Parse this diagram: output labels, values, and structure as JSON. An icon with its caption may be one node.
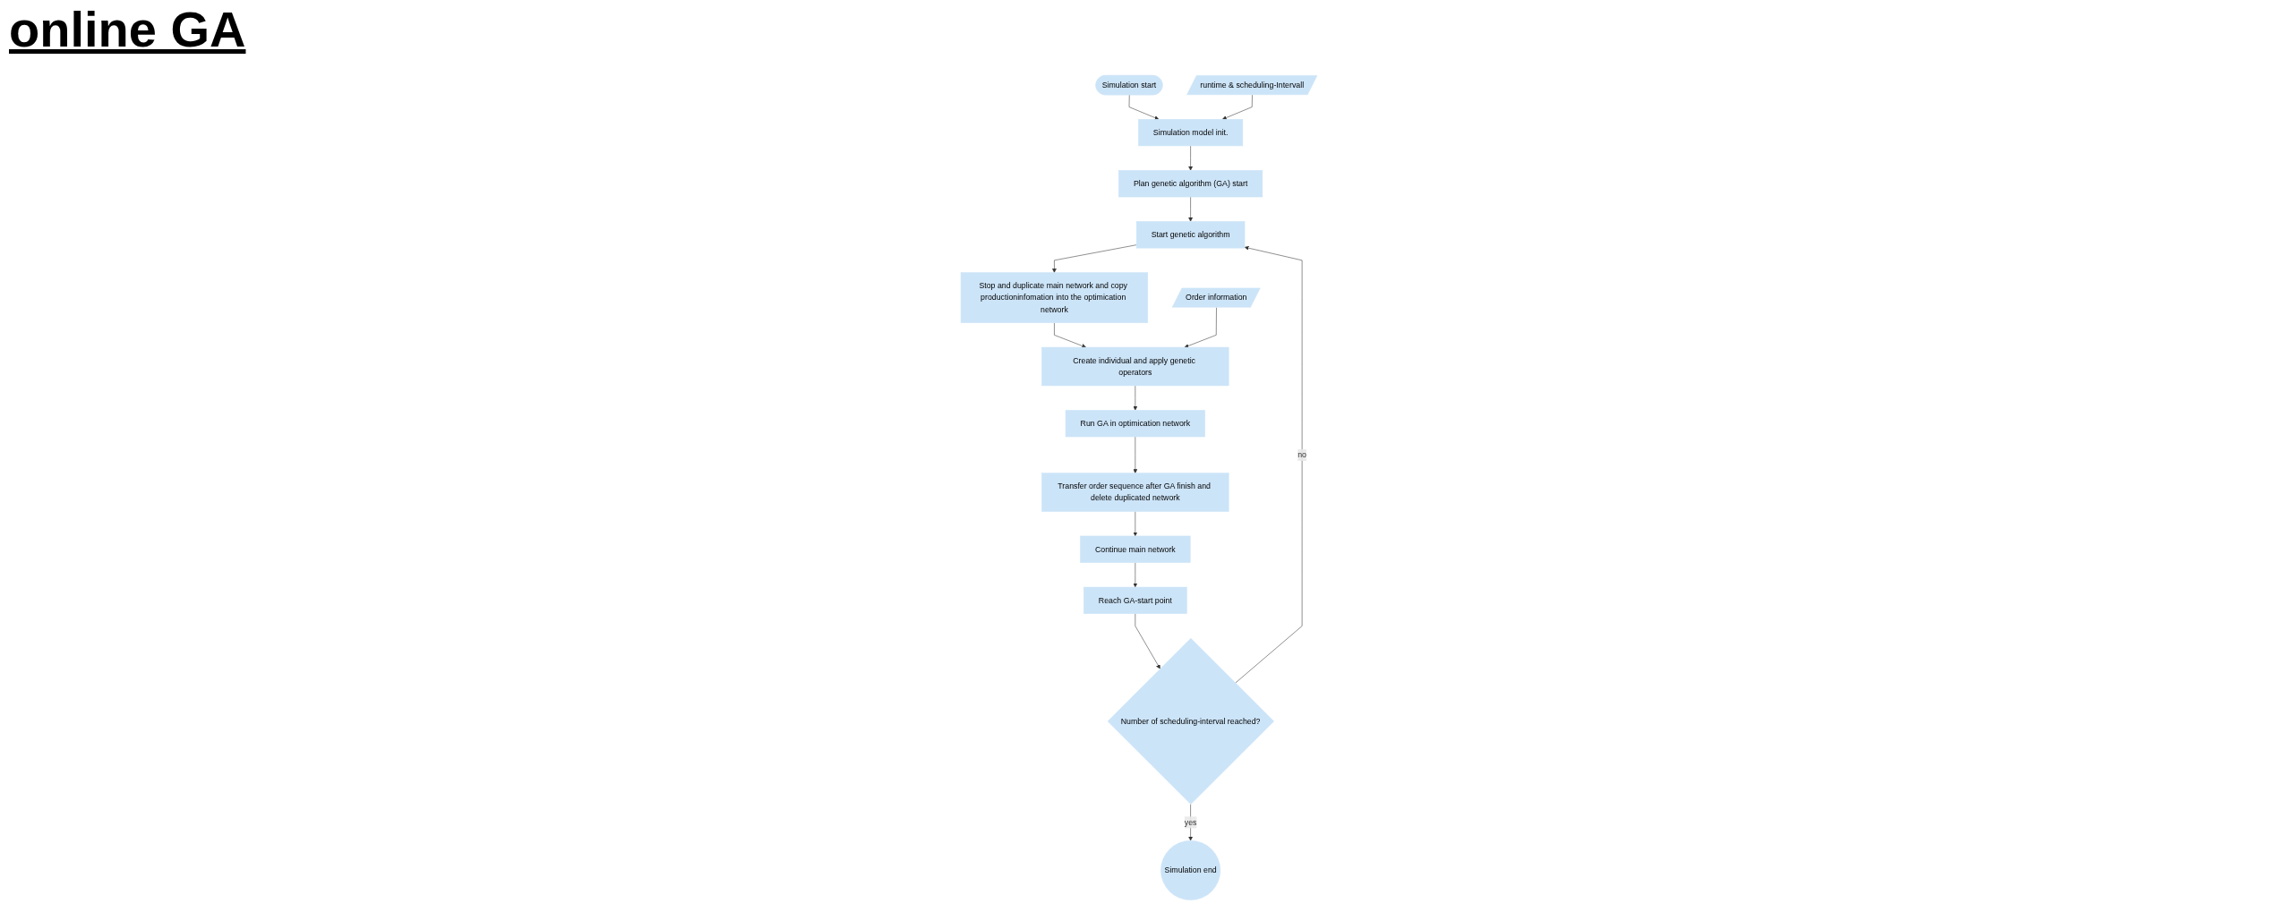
{
  "diagram": {
    "title": "online GA",
    "nodes": [
      {
        "text": [
          "Simulation start"
        ]
      },
      {
        "text": [
          "runtime & scheduling-Intervall"
        ]
      },
      {
        "text": [
          "Simulation model init."
        ]
      },
      {
        "text": [
          "Plan genetic algorithm (GA) start"
        ]
      },
      {
        "text": [
          "Start genetic algorithm"
        ]
      },
      {
        "text": [
          "Stop and duplicate main network and copy productioninfomation into the optimication network"
        ]
      },
      {
        "text": [
          "Order information"
        ]
      },
      {
        "text": [
          "Create individual and apply genetic operators"
        ]
      },
      {
        "text": [
          "Run GA in optimication network"
        ]
      },
      {
        "text": [
          "Transfer order sequence after GA finish and delete duplicated network"
        ]
      },
      {
        "text": [
          "Continue main network"
        ]
      },
      {
        "text": [
          "Reach GA-start point"
        ]
      },
      {
        "text": [
          "Number of scheduling-interval reached?"
        ]
      },
      {
        "text": [
          "Simulation end"
        ]
      }
    ],
    "edges": [
      {
        "from": 0,
        "to": 2,
        "arrow": "to"
      },
      {
        "from": 1,
        "to": 2,
        "arrow": "to"
      },
      {
        "from": 2,
        "to": 3,
        "arrow": "to"
      },
      {
        "from": 3,
        "to": 4,
        "arrow": "to"
      },
      {
        "from": 4,
        "to": 5,
        "arrow": "to"
      },
      {
        "from": 5,
        "to": 7,
        "arrow": "to"
      },
      {
        "from": 6,
        "to": 7,
        "arrow": "to"
      },
      {
        "from": 7,
        "to": 8,
        "arrow": "to"
      },
      {
        "from": 8,
        "to": 9,
        "arrow": "to"
      },
      {
        "from": 9,
        "to": 10,
        "arrow": "to"
      },
      {
        "from": 10,
        "to": 11,
        "arrow": "to"
      },
      {
        "from": 11,
        "to": 12,
        "arrow": "to"
      },
      {
        "from": 12,
        "to": 4,
        "label": "no",
        "arrow": "to"
      },
      {
        "from": 12,
        "to": 13,
        "label": "yes",
        "arrow": "to"
      }
    ]
  }
}
